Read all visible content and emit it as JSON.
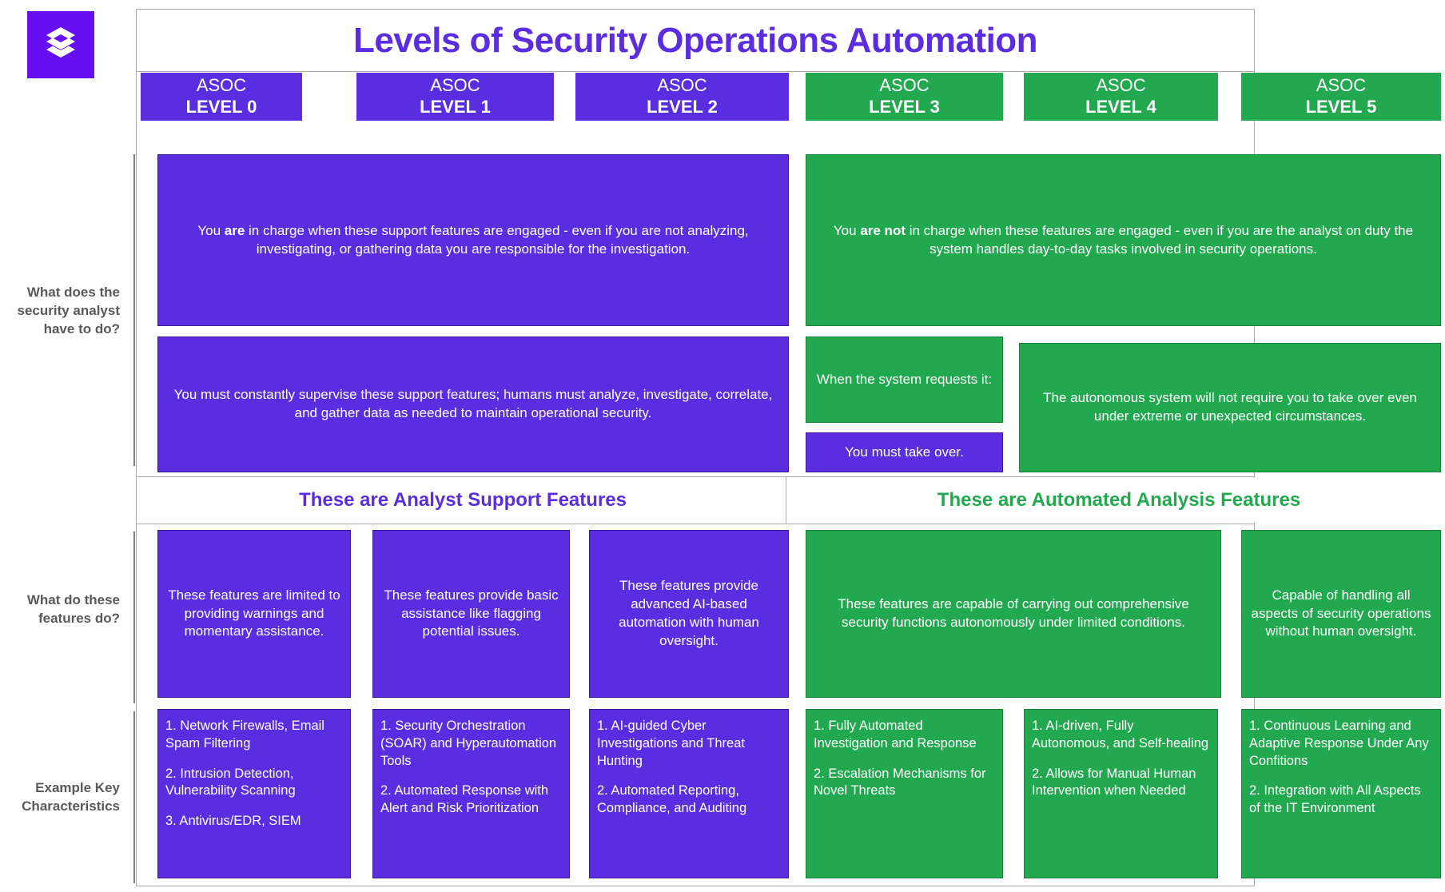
{
  "brand": {
    "logo_icon": "stacked-layers-logo",
    "color": "#6610f2"
  },
  "title": "Levels of Security Operations Automation",
  "title_color": "#5b2de0",
  "colors": {
    "purple": "#5b2de0",
    "green": "#22a84f"
  },
  "row_labels": [
    "What does the security analyst have to do?",
    "What do these features do?",
    "Example Key Characteristics"
  ],
  "columns": [
    {
      "kicker": "ASOC",
      "level": "LEVEL 0",
      "group": "purple"
    },
    {
      "kicker": "ASOC",
      "level": "LEVEL 1",
      "group": "purple"
    },
    {
      "kicker": "ASOC",
      "level": "LEVEL 2",
      "group": "purple"
    },
    {
      "kicker": "ASOC",
      "level": "LEVEL 3",
      "group": "green"
    },
    {
      "kicker": "ASOC",
      "level": "LEVEL 4",
      "group": "green"
    },
    {
      "kicker": "ASOC",
      "level": "LEVEL 5",
      "group": "green"
    }
  ],
  "analyst_row": {
    "purple_statement_pre": "You  ",
    "purple_statement_bold": "are",
    "purple_statement_post": " in charge when these  support features are engaged - even if you are not analyzing, investigating, or gathering data you are responsible for the investigation.",
    "green_statement_pre": "You ",
    "green_statement_bold": "are not",
    "green_statement_post": " in charge when these features are engaged - even if you are the analyst on duty the system handles day-to-day tasks involved in security operations.",
    "purple_supervise": "You must constantly supervise these support features; humans must analyze, investigate, correlate, and gather data as needed to maintain operational security.",
    "green_when_requested": "When the system requests it:",
    "green_take_over": "You must take over.",
    "green_autonomous": "The autonomous system will not require you to take over even under extreme or unexpected circumstances."
  },
  "section_captions": {
    "purple": "These are Analyst Support Features",
    "green": "These are Automated Analysis Features"
  },
  "features_row": {
    "level0": "These features are limited to providing warnings and momentary assistance.",
    "level1": "These features provide basic assistance like flagging potential issues.",
    "level2": "These features provide advanced AI-based automation with human oversight.",
    "level34": "These features are capable of carrying out comprehensive security functions autonomously under limited conditions.",
    "level5": "Capable of handling all aspects of security operations without human oversight."
  },
  "characteristics_row": {
    "level0": [
      "1. Network Firewalls, Email Spam Filtering",
      "2. Intrusion Detection, Vulnerability Scanning",
      "3. Antivirus/EDR, SIEM"
    ],
    "level1": [
      "1. Security Orchestration (SOAR) and Hyperautomation Tools",
      "2. Automated Response with Alert and Risk Prioritization"
    ],
    "level2": [
      "1. AI-guided Cyber Investigations and Threat Hunting",
      "2. Automated Reporting, Compliance, and Auditing"
    ],
    "level3": [
      "1. Fully Automated Investigation and Response",
      "2. Escalation Mechanisms for Novel Threats"
    ],
    "level4": [
      "1. AI-driven, Fully Autonomous, and Self-healing",
      "2. Allows for Manual Human Intervention when Needed"
    ],
    "level5": [
      "1. Continuous Learning and Adaptive Response Under Any Confitions",
      "2. Integration with All Aspects of the IT Environment"
    ]
  }
}
